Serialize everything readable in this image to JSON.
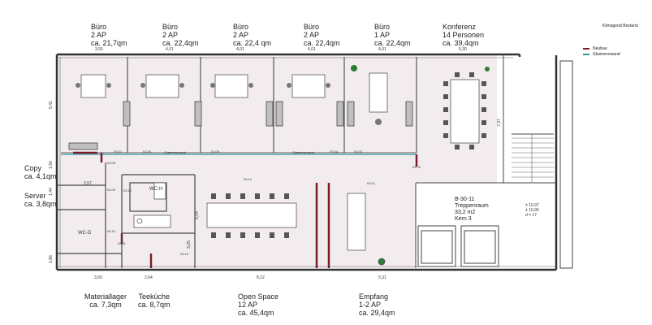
{
  "legend": {
    "title": "Klimagerät Bestand",
    "items": [
      {
        "label": "Neubau",
        "color": "#7a1d2a"
      },
      {
        "label": "Glastrennwand",
        "color": "#2b9aa0"
      }
    ]
  },
  "rooms_top": [
    {
      "label": "Büro\n2 AP\nca. 21,7qm"
    },
    {
      "label": "Büro\n2 AP\nca. 22,4qm"
    },
    {
      "label": "Büro\n2 AP\nca. 22,4 qm"
    },
    {
      "label": "Büro\n2 AP\nca. 22,4qm"
    },
    {
      "label": "Büro\n1 AP\nca. 22,4qm"
    },
    {
      "label": "Konferenz\n14 Personen\nca. 39,4qm"
    }
  ],
  "rooms_left": [
    {
      "label": "Copy\nca. 4,1qm"
    },
    {
      "label": "Server\nca. 3,8qm"
    }
  ],
  "rooms_bottom": [
    {
      "label": "Materiallager\nca. 7,3qm"
    },
    {
      "label": "Teeküche\nca. 8,7qm"
    },
    {
      "label": "Open Space\n12 AP\nca. 45,4qm"
    },
    {
      "label": "Empfang\n1-2 AP\nca. 29,4qm"
    }
  ],
  "stair_label": "B-30-11\nTreppenraum\n33,2 m2\nKern 3",
  "dims_top": [
    "3,93",
    "4,01",
    "4,01",
    "4,01",
    "4,01",
    "5,30"
  ],
  "dims_bottom": [
    "3,93",
    "2,64",
    "8,12",
    "5,31"
  ],
  "dims_left": [
    "5,41",
    "1,50",
    "1,44",
    "1,86"
  ],
  "dims_other": [
    "7,37",
    "5,54",
    "3,25",
    "2,57"
  ],
  "room_tags": [
    "03.07",
    "03.06",
    "03.05",
    "03.04",
    "03.03",
    "03.02",
    "03.08",
    "03.09",
    "03.12",
    "03.10",
    "03.11",
    "03.13",
    "03.14",
    "03.01"
  ],
  "glass_labels": [
    "Glastrennwand",
    "Glastrennwand"
  ],
  "wc_labels": [
    "WC-H",
    "WC-D"
  ],
  "level_marks": [
    "± 10,97",
    "± 10,90",
    "d = 17"
  ]
}
